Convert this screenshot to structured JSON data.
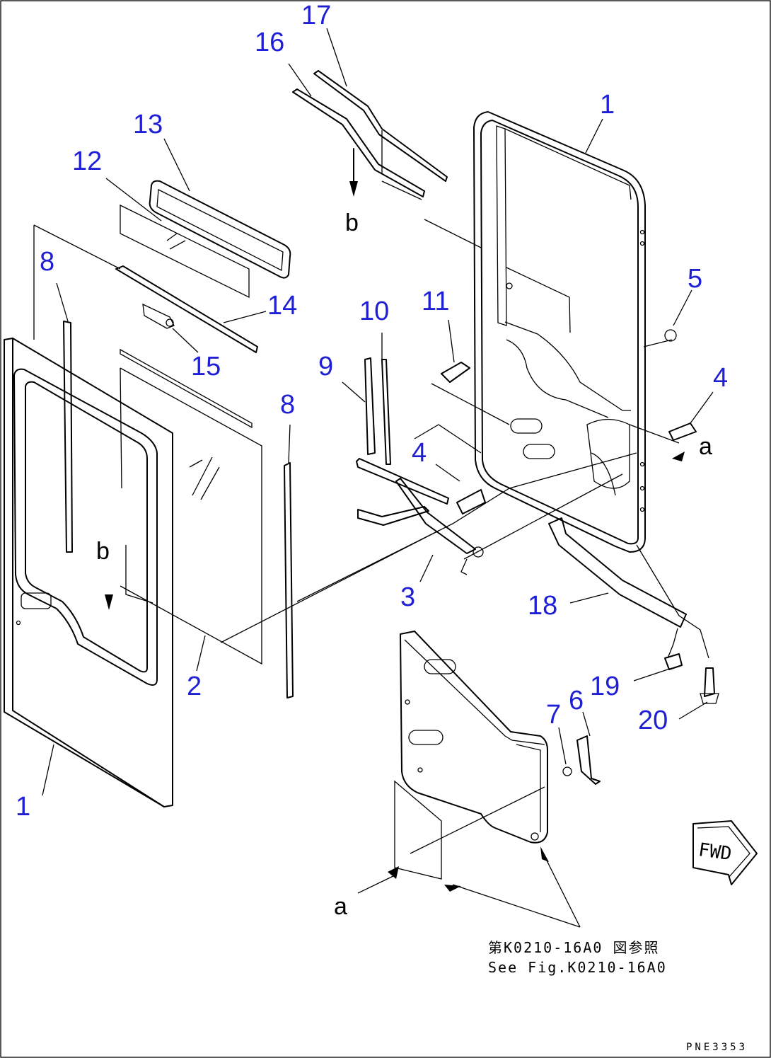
{
  "callouts": [
    {
      "id": "c1a",
      "label": "1"
    },
    {
      "id": "c1b",
      "label": "1"
    },
    {
      "id": "c2",
      "label": "2"
    },
    {
      "id": "c3",
      "label": "3"
    },
    {
      "id": "c4a",
      "label": "4"
    },
    {
      "id": "c4b",
      "label": "4"
    },
    {
      "id": "c5",
      "label": "5"
    },
    {
      "id": "c6",
      "label": "6"
    },
    {
      "id": "c7",
      "label": "7"
    },
    {
      "id": "c8a",
      "label": "8"
    },
    {
      "id": "c8b",
      "label": "8"
    },
    {
      "id": "c9",
      "label": "9"
    },
    {
      "id": "c10",
      "label": "10"
    },
    {
      "id": "c11",
      "label": "11"
    },
    {
      "id": "c12",
      "label": "12"
    },
    {
      "id": "c13",
      "label": "13"
    },
    {
      "id": "c14",
      "label": "14"
    },
    {
      "id": "c15",
      "label": "15"
    },
    {
      "id": "c16",
      "label": "16"
    },
    {
      "id": "c17",
      "label": "17"
    },
    {
      "id": "c18",
      "label": "18"
    },
    {
      "id": "c19",
      "label": "19"
    },
    {
      "id": "c20",
      "label": "20"
    }
  ],
  "view_letters": {
    "a_right": "a",
    "a_bottom": "a",
    "b_top": "b",
    "b_left": "b"
  },
  "reference_note": {
    "japanese": "第K0210-16A0 図参照",
    "english": "See Fig.K0210-16A0"
  },
  "fwd_label": "FWD",
  "drawing_code": "PNE3353"
}
